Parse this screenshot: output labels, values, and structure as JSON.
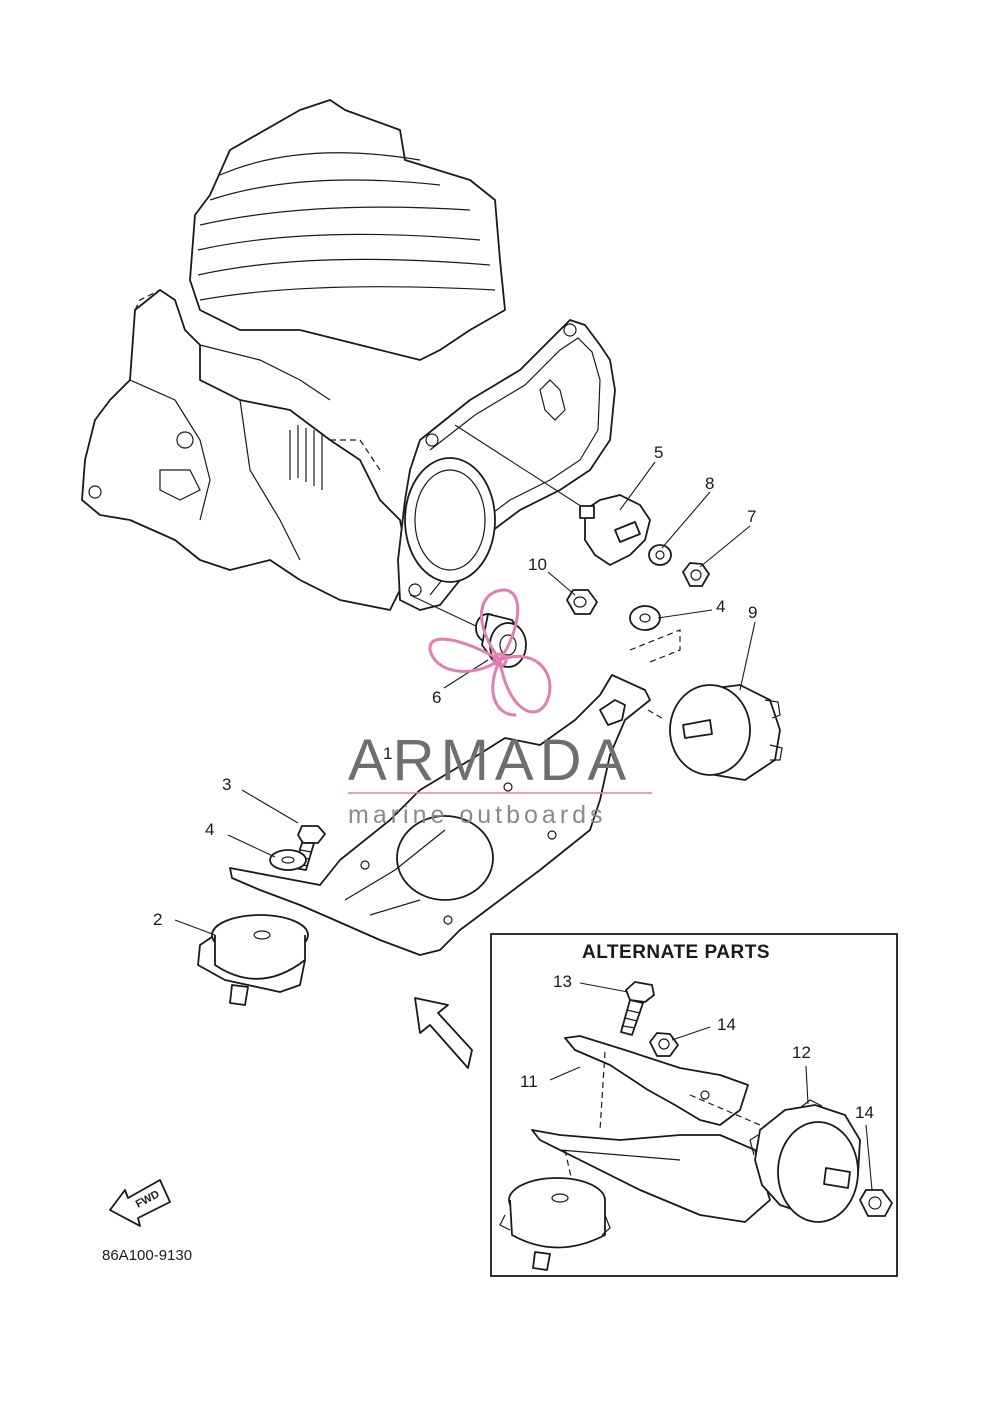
{
  "callouts": {
    "c1": "1",
    "c2": "2",
    "c3": "3",
    "c4a": "4",
    "c4b": "4",
    "c5": "5",
    "c6": "6",
    "c7": "7",
    "c8": "8",
    "c9": "9",
    "c10": "10",
    "c11": "11",
    "c12": "12",
    "c13": "13",
    "c14a": "14",
    "c14b": "14"
  },
  "alternate_parts": {
    "title": "ALTERNATE PARTS"
  },
  "fwd_arrow": {
    "label": "FWD"
  },
  "diagram_code": "86A100-9130",
  "watermark": {
    "brand": "ARMADA",
    "tagline": "marine outboards",
    "logo_color": "#e27fb0",
    "text_color": "#6e6e6e"
  }
}
